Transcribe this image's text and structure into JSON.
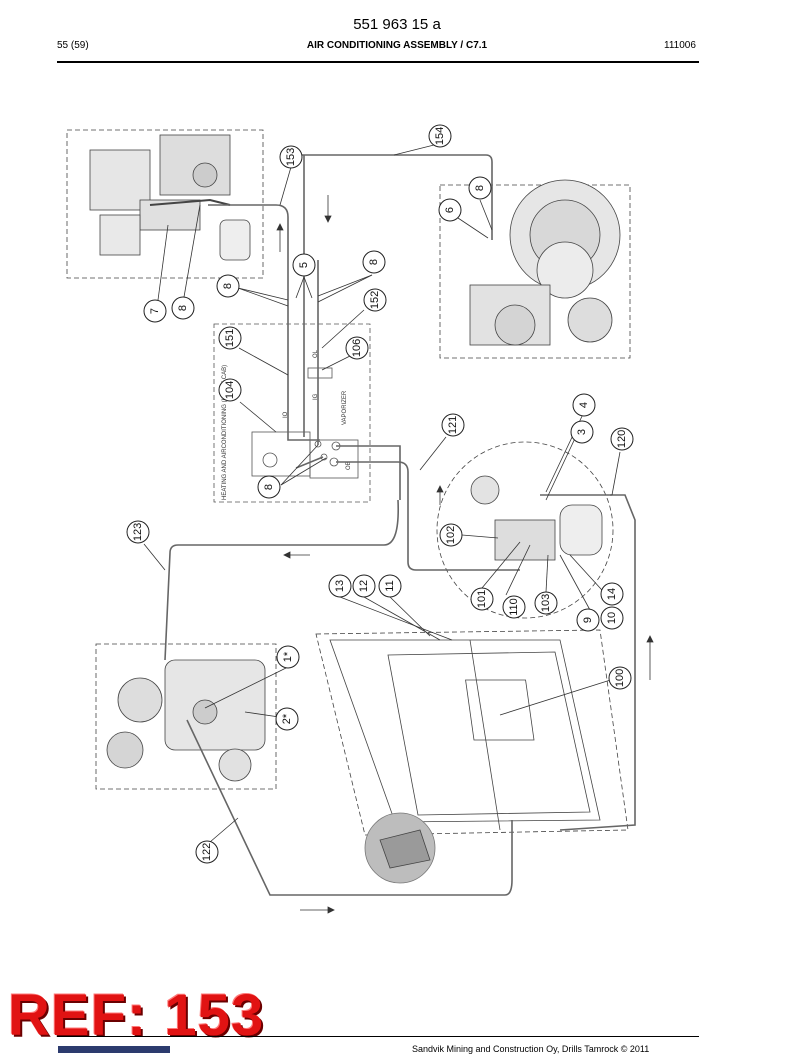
{
  "header": {
    "doc_number": "551 963 15 a",
    "page": "55 (59)",
    "title": "AIR CONDITIONING ASSEMBLY / C7.1",
    "date": "111006"
  },
  "callouts": [
    "153",
    "154",
    "8",
    "6",
    "8",
    "5",
    "8",
    "152",
    "7",
    "8",
    "151",
    "106",
    "104",
    "8",
    "121",
    "4",
    "3",
    "120",
    "123",
    "102",
    "13",
    "12",
    "11",
    "101",
    "110",
    "103",
    "9",
    "10",
    "14",
    "100",
    "1*",
    "2*",
    "122"
  ],
  "diagram_labels": {
    "heating_unit": "HEATING AND AIRCONDITIONING (IN THE CAB)",
    "vaporizer": "VAPORIZER",
    "port_io": "IO",
    "port_ol": "OL",
    "port_ig": "IG",
    "port_ob": "OB"
  },
  "ref_stamp": "REF: 153",
  "footer": {
    "copyright": "Sandvik Mining and Construction Oy, Drills Tamrock © 2011"
  }
}
